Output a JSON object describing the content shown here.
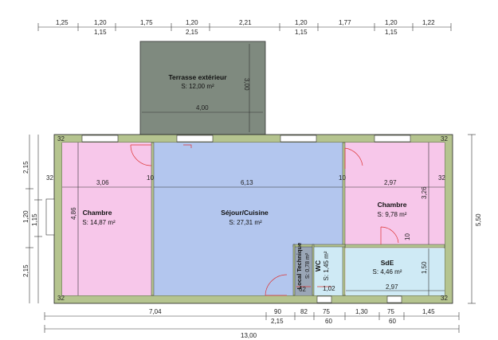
{
  "rooms": {
    "terrasse": {
      "name": "Terrasse extérieur",
      "area": "S: 12,00 m²",
      "color": "#7f8a7f"
    },
    "chambre1": {
      "name": "Chambre",
      "area": "S: 14,87 m²",
      "color": "#f7c7ea"
    },
    "sejour": {
      "name": "Séjour/Cuisine",
      "area": "S: 27,31 m²",
      "color": "#b3c6ee"
    },
    "chambre2": {
      "name": "Chambre",
      "area": "S: 9,78 m²",
      "color": "#f7c7ea"
    },
    "local": {
      "name": "Local Technique",
      "area": "S: 0,78 m²",
      "color": "#9aa6b6"
    },
    "wc": {
      "name": "WC",
      "area": "S: 1,45 m²",
      "color": "#cfeaf5"
    },
    "sde": {
      "name": "SdE",
      "area": "S: 4,46 m²",
      "color": "#cfeaf5"
    }
  },
  "dims": {
    "top_row1": [
      "1,25",
      "1,20",
      "1,75",
      "1,20",
      "2,21",
      "1,20",
      "1,77",
      "1,20",
      "1,22"
    ],
    "top_row2": [
      "1,15",
      "2,15",
      "1,15",
      "1,15"
    ],
    "terrasse_w": "4,00",
    "terrasse_h": "3,00",
    "wall_top_left": "32",
    "wall_top_right": "32",
    "wall_side_left": "32",
    "wall_side_right": "32",
    "wall_bottom_left": "32",
    "wall_bottom_right": "32",
    "ch1_w": "3,06",
    "sej_w": "6,13",
    "ch2_w": "2,97",
    "sde_w": "2,97",
    "part1": "10",
    "part2": "10",
    "part3": "10",
    "ch1_h": "4,86",
    "ch2_h": "3,26",
    "sde_h": "1,50",
    "local_w": "62",
    "wc_w": "1,02",
    "left_outer": [
      "2,15",
      "1,20",
      "2,15"
    ],
    "left_inner": "1,15",
    "right_outer": "5,50",
    "bottom_row1": [
      "7,04",
      "90",
      "82",
      "75",
      "1,30",
      "75",
      "1,45"
    ],
    "bottom_row2": [
      "2,15",
      "60",
      "60"
    ],
    "total": "13,00"
  }
}
